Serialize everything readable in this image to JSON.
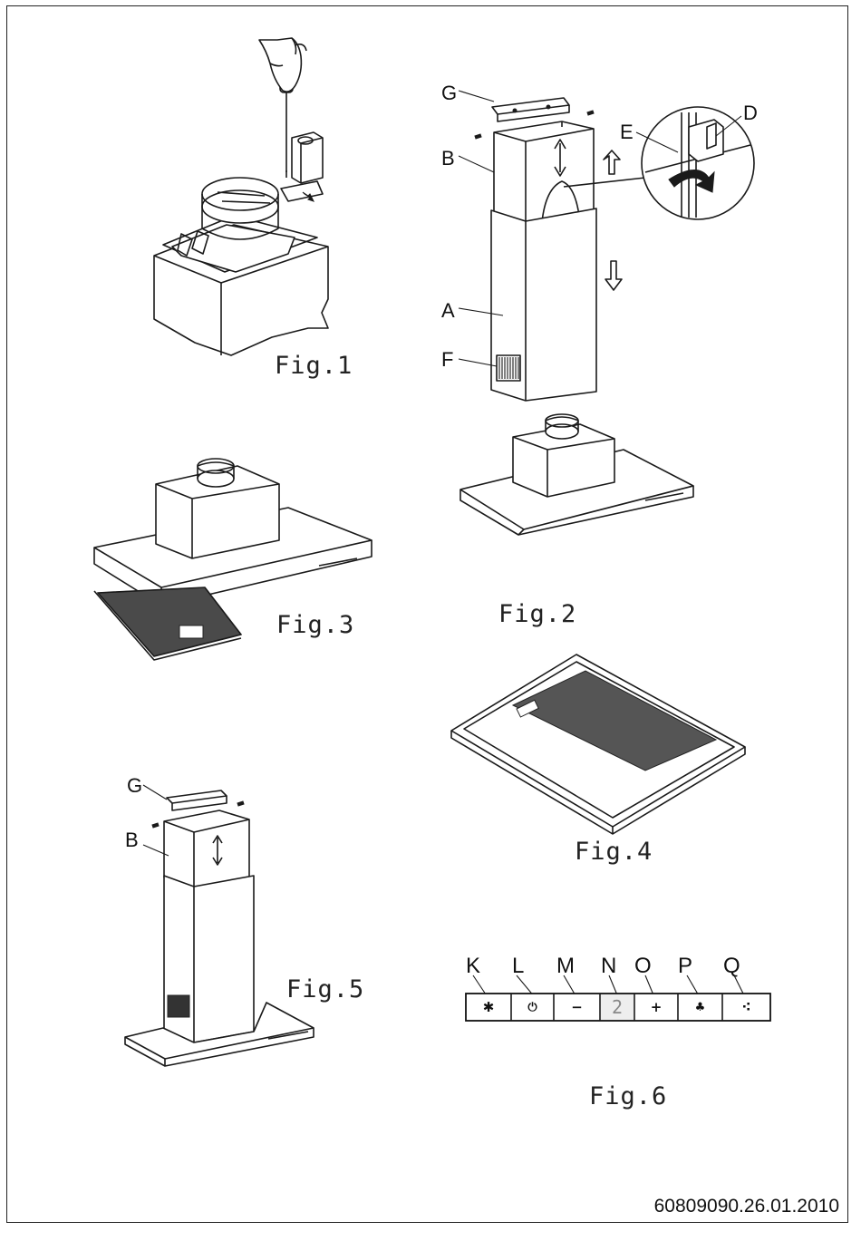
{
  "figures": {
    "fig1": "Fig.1",
    "fig2": "Fig.2",
    "fig3": "Fig.3",
    "fig4": "Fig.4",
    "fig5": "Fig.5",
    "fig6": "Fig.6"
  },
  "fig2_labels": {
    "G": "G",
    "B": "B",
    "A": "A",
    "F": "F",
    "E": "E",
    "D": "D"
  },
  "fig5_labels": {
    "G": "G",
    "B": "B"
  },
  "control_panel": {
    "labels": [
      "K",
      "L",
      "M",
      "N",
      "O",
      "P",
      "Q"
    ],
    "buttons": [
      {
        "key": "K",
        "glyph": "✱",
        "icon": "light-icon"
      },
      {
        "key": "L",
        "glyph": "⏻",
        "icon": "power-icon"
      },
      {
        "key": "M",
        "glyph": "−",
        "icon": "minus-icon"
      },
      {
        "key": "N",
        "glyph": "2",
        "icon": "speed-display"
      },
      {
        "key": "O",
        "glyph": "+",
        "icon": "plus-icon"
      },
      {
        "key": "P",
        "glyph": "♣",
        "icon": "fan-icon"
      },
      {
        "key": "Q",
        "glyph": "⁖",
        "icon": "timer-icon"
      }
    ]
  },
  "document_code": "60809090.26.01.2010"
}
